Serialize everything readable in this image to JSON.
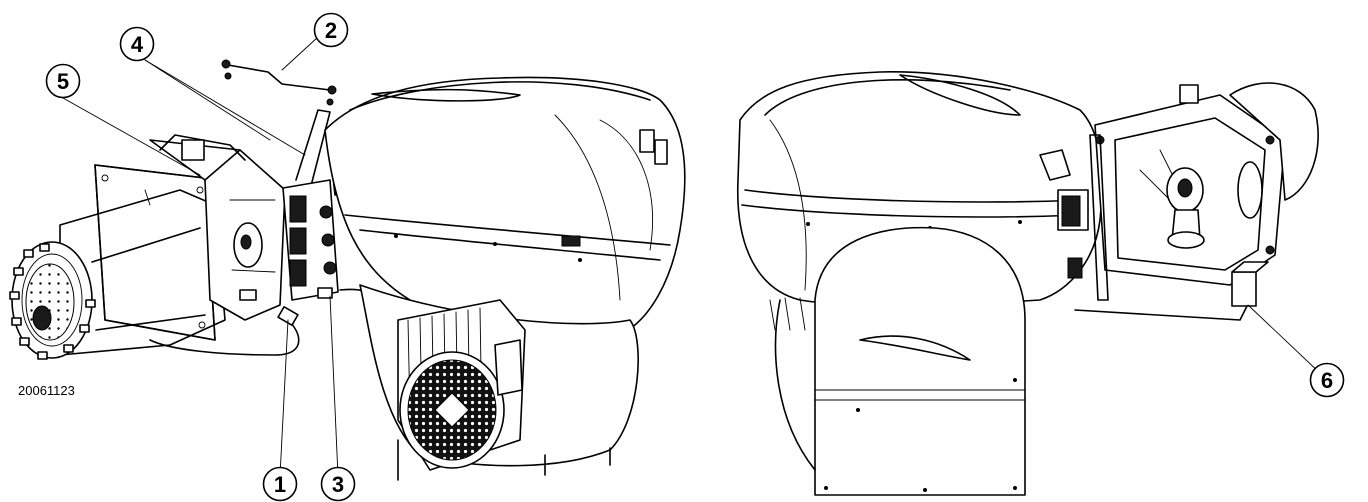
{
  "drawing_code": "20061123",
  "callouts": [
    "1",
    "2",
    "3",
    "4",
    "5",
    "6"
  ]
}
